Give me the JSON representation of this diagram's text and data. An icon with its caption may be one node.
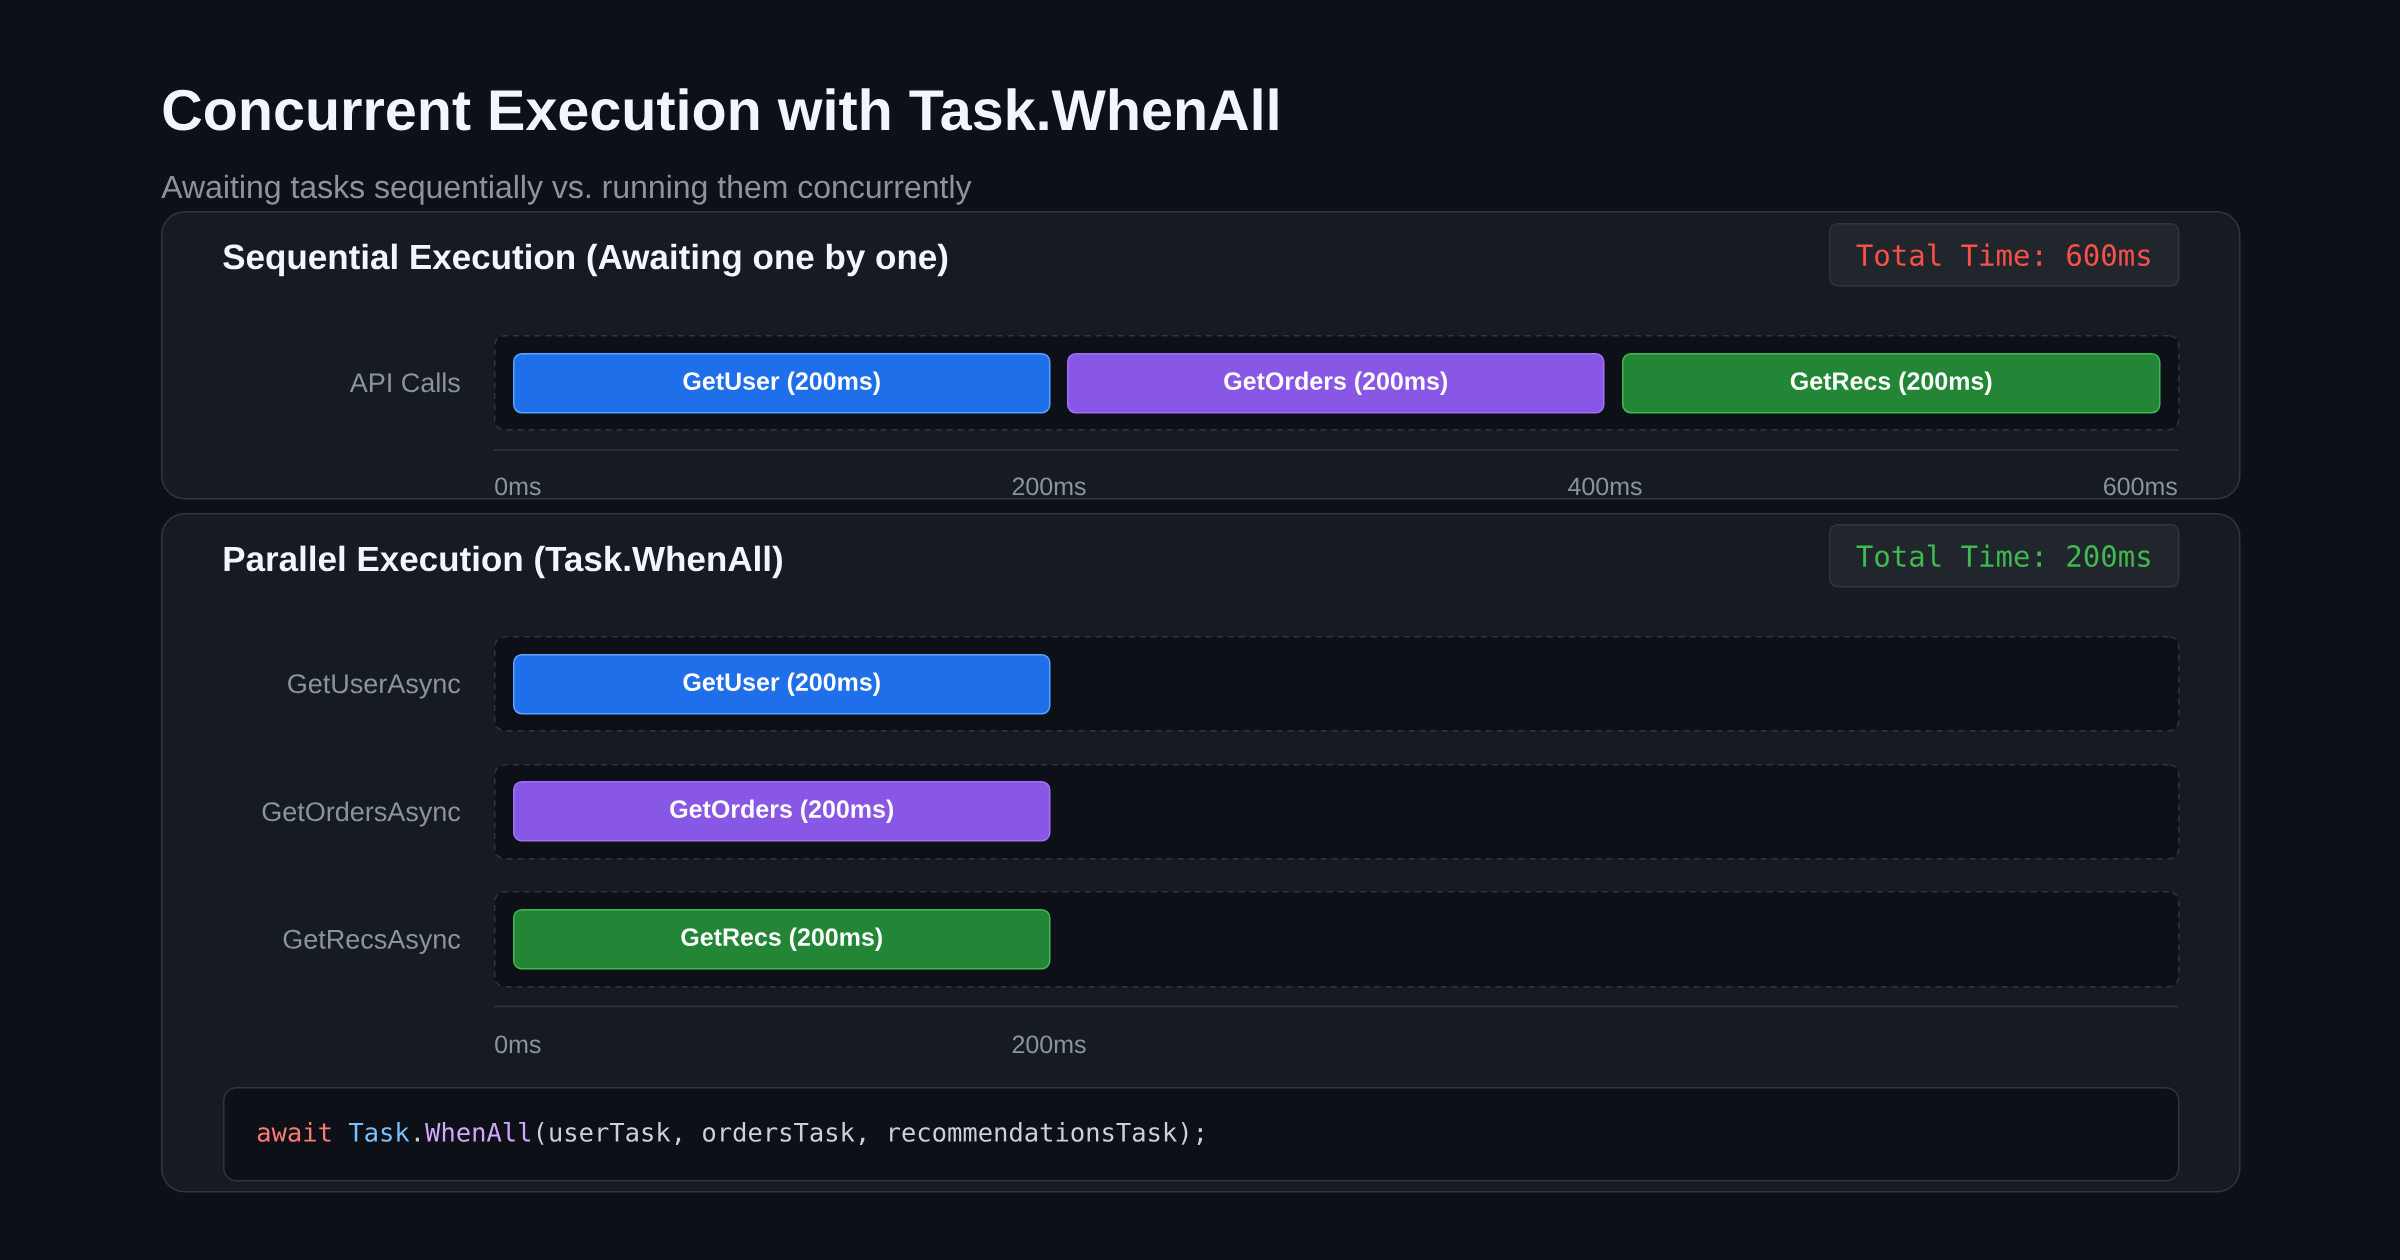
{
  "diagram": {
    "title": "Concurrent Execution with Task.WhenAll",
    "nodes": [
      {
        "text": [
          "Sequential Execution (Awaiting one by one)"
        ]
      },
      {
        "text": [
          "Total Time: 600ms"
        ],
        "in": 0
      },
      {
        "text": [],
        "shape": "box",
        "in": 0,
        "beside": [
          "API Calls"
        ]
      },
      {
        "text": [
          "GetUser (200ms)"
        ],
        "in": 2
      },
      {
        "text": [
          "GetOrders (200ms)"
        ],
        "in": 2
      },
      {
        "text": [
          "GetRecs (200ms)"
        ],
        "in": 2
      },
      {
        "text": [
          "Parallel Execution (Task.WhenAll)"
        ]
      },
      {
        "text": [
          "Total Time: 200ms"
        ],
        "in": 6
      },
      {
        "text": [],
        "shape": "box",
        "in": 6,
        "beside": [
          "GetUserAsync"
        ]
      },
      {
        "text": [
          "GetUser (200ms)"
        ],
        "in": 8
      },
      {
        "text": [],
        "shape": "box",
        "in": 6,
        "beside": [
          "GetOrdersAsync"
        ]
      },
      {
        "text": [
          "GetOrders (200ms)"
        ],
        "in": 10
      },
      {
        "text": [],
        "shape": "box",
        "in": 6,
        "beside": [
          "GetRecsAsync"
        ]
      },
      {
        "text": [
          "GetRecs (200ms)"
        ],
        "in": 12
      },
      {
        "text": [
          "await Task.WhenAll(userTask, ordersTask, recommendationsTask);"
        ],
        "in": 6
      }
    ],
    "labels": [
      "Awaiting tasks sequentially vs. running them concurrently",
      "0ms",
      "200ms",
      "400ms",
      "600ms",
      "0ms",
      "200ms"
    ]
  }
}
